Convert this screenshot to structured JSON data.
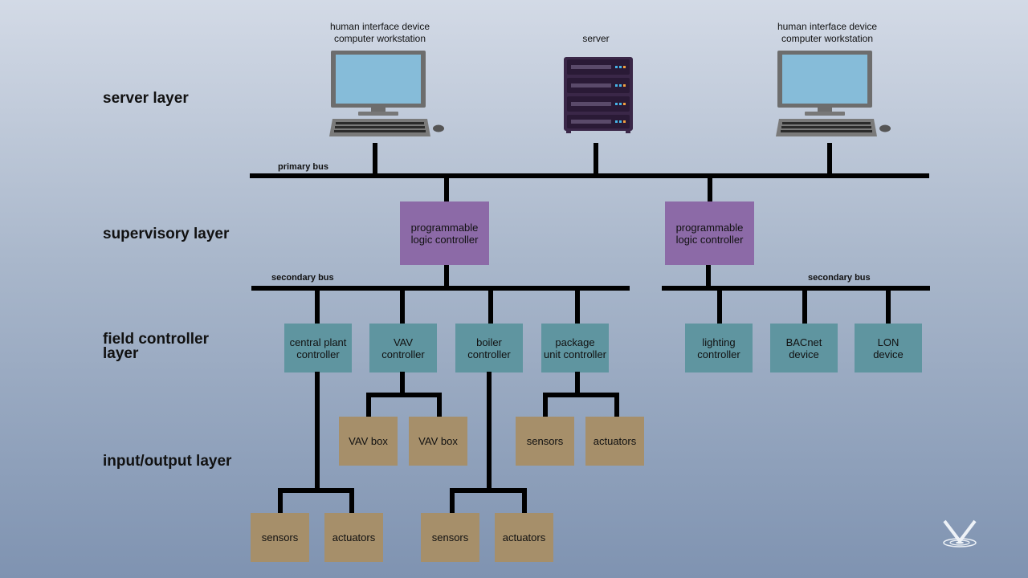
{
  "layers": {
    "server": "server layer",
    "supervisory": "supervisory layer",
    "field_line1": "field controller",
    "field_line2": "layer",
    "io": "input/output layer"
  },
  "devices": {
    "workstation_left": {
      "line1": "human interface device",
      "line2": "computer workstation"
    },
    "server": "server",
    "workstation_right": {
      "line1": "human interface device",
      "line2": "computer workstation"
    }
  },
  "buses": {
    "primary": "primary bus",
    "secondary_left": "secondary bus",
    "secondary_right": "secondary bus"
  },
  "plcs": [
    {
      "line1": "programmable",
      "line2": "logic controller"
    },
    {
      "line1": "programmable",
      "line2": "logic controller"
    }
  ],
  "field_controllers": [
    {
      "line1": "central plant",
      "line2": "controller"
    },
    {
      "line1": "VAV",
      "line2": "controller"
    },
    {
      "line1": "boiler",
      "line2": "controller"
    },
    {
      "line1": "package",
      "line2": "unit controller"
    },
    {
      "line1": "lighting",
      "line2": "controller"
    },
    {
      "line1": "BACnet",
      "line2": "device"
    },
    {
      "line1": "LON",
      "line2": "device"
    }
  ],
  "io_devices": {
    "vav_box_1": "VAV box",
    "vav_box_2": "VAV box",
    "package_sensors": "sensors",
    "package_actuators": "actuators",
    "central_sensors": "sensors",
    "central_actuators": "actuators",
    "boiler_sensors": "sensors",
    "boiler_actuators": "actuators"
  },
  "colors": {
    "plc": "#8c6aa7",
    "field_controller": "#5f95a0",
    "io_device": "#a68f6a",
    "bus": "#000000",
    "monitor_screen": "#86bcd9",
    "server_body": "#3a2748"
  },
  "icons": [
    "workstation-icon",
    "server-icon",
    "logo-icon"
  ]
}
